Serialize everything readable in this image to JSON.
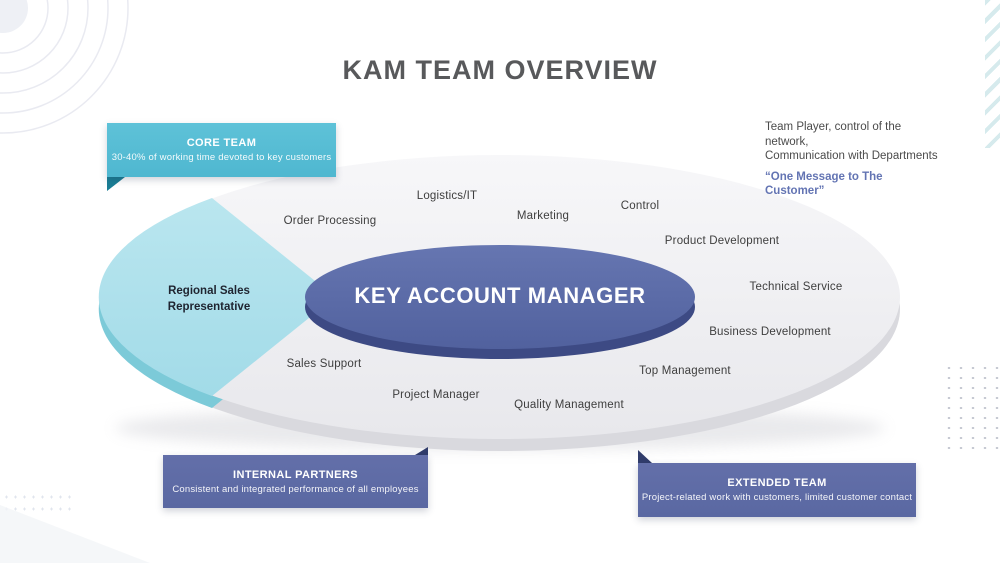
{
  "title": "KAM TEAM OVERVIEW",
  "center_label": "KEY ACCOUNT MANAGER",
  "core_team": {
    "title": "CORE TEAM",
    "subtitle": "30-40% of working time devoted to key customers"
  },
  "note": {
    "line1": "Team Player, control of the network,",
    "line2": "Communication with Departments",
    "quote": "“One Message to The Customer”"
  },
  "wedge": {
    "line1": "Regional Sales",
    "line2": "Representative"
  },
  "roles": [
    {
      "text": "Logistics/IT"
    },
    {
      "text": "Order Processing"
    },
    {
      "text": "Marketing"
    },
    {
      "text": "Control"
    },
    {
      "text": "Product Development"
    },
    {
      "text": "Technical Service"
    },
    {
      "text": "Business Development"
    },
    {
      "text": "Top Management"
    },
    {
      "text": "Quality Management"
    },
    {
      "text": "Project Manager"
    },
    {
      "text": "Sales Support"
    }
  ],
  "internal_partners": {
    "title": "INTERNAL PARTNERS",
    "subtitle": "Consistent and integrated performance of all employees"
  },
  "extended_team": {
    "title": "EXTENDED TEAM",
    "subtitle": "Project-related work with customers, limited customer contact"
  },
  "colors": {
    "core_team_box": "#54bdd5",
    "partner_boxes": "#5e6ca6",
    "center_ellipse": "#5a69a8",
    "wedge": "#aadfeb",
    "outer_ellipse": "#ececef",
    "quote_accent": "#6374b3",
    "title_text": "#58595b"
  }
}
